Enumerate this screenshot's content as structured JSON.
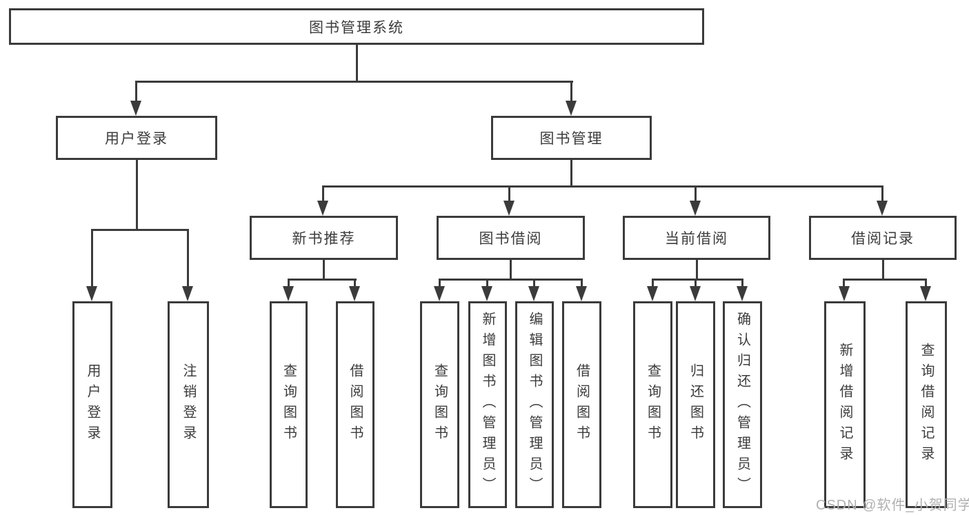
{
  "diagram": {
    "type": "hierarchy-tree",
    "tree": {
      "label": "图书管理系统",
      "children": [
        {
          "label": "用户登录",
          "children": [
            {
              "label": "用户登录"
            },
            {
              "label": "注销登录"
            }
          ]
        },
        {
          "label": "图书管理",
          "children": [
            {
              "label": "新书推荐",
              "children": [
                {
                  "label": "查询图书"
                },
                {
                  "label": "借阅图书"
                }
              ]
            },
            {
              "label": "图书借阅",
              "children": [
                {
                  "label": "查询图书"
                },
                {
                  "label": "新增图书（管理员）"
                },
                {
                  "label": "编辑图书（管理员）"
                },
                {
                  "label": "借阅图书"
                }
              ]
            },
            {
              "label": "当前借阅",
              "children": [
                {
                  "label": "查询图书"
                },
                {
                  "label": "归还图书"
                },
                {
                  "label": "确认归还（管理员）"
                }
              ]
            },
            {
              "label": "借阅记录",
              "children": [
                {
                  "label": "新增借阅记录"
                },
                {
                  "label": "查询借阅记录"
                }
              ]
            }
          ]
        }
      ]
    },
    "colors": {
      "line": "#3b3b3b",
      "text": "#3c3c3c",
      "background": "#ffffff",
      "watermark": "#b0b0b0"
    }
  },
  "watermark": {
    "text": "CSDN @软件_小贺同学"
  }
}
